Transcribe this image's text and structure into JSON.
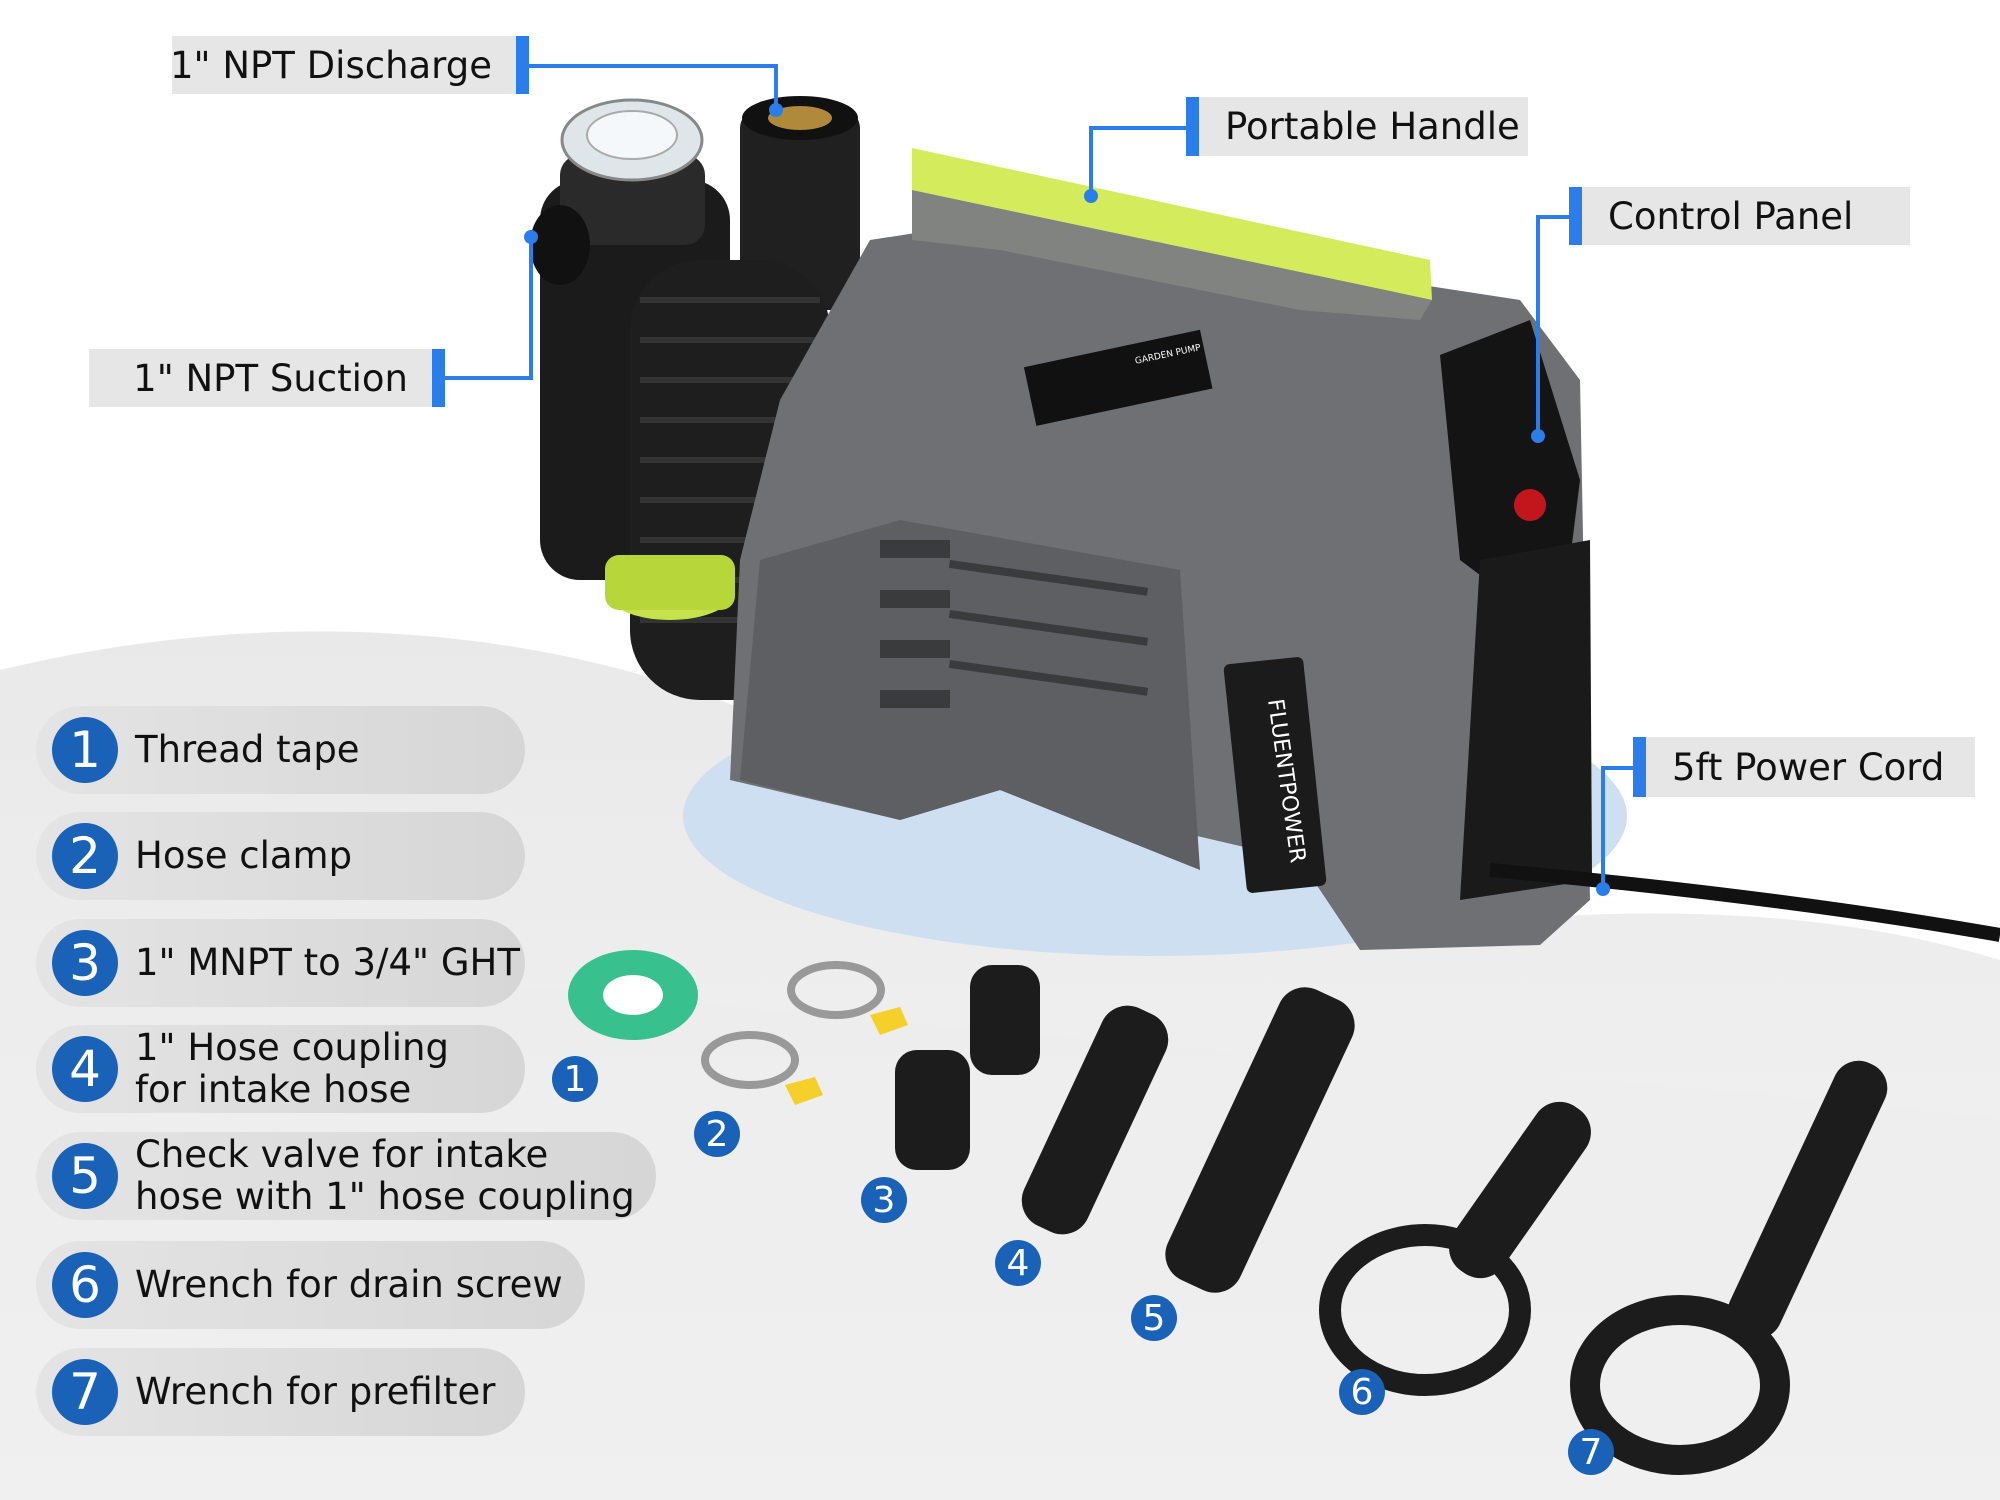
{
  "callouts": {
    "discharge": "1\" NPT Discharge",
    "handle": "Portable Handle",
    "control_panel": "Control Panel",
    "suction": "1\" NPT Suction",
    "power_cord": "5ft Power Cord"
  },
  "accessories": [
    {
      "num": "1",
      "label": "Thread tape"
    },
    {
      "num": "2",
      "label": "Hose clamp"
    },
    {
      "num": "3",
      "label": "1\" MNPT to 3/4\" GHT"
    },
    {
      "num": "4",
      "label": "1\" Hose coupling\nfor intake hose"
    },
    {
      "num": "5",
      "label": "Check valve for intake\nhose with 1\" hose coupling"
    },
    {
      "num": "6",
      "label": "Wrench for drain screw"
    },
    {
      "num": "7",
      "label": "Wrench for prefilter"
    }
  ],
  "brand": "FLUENTPOWER",
  "nameplate": "GARDEN PUMP",
  "colors": {
    "accent_blue": "#2b7de9",
    "badge_blue": "#1a62b8",
    "lime": "#d4ec5c",
    "body_grey": "#6e7073"
  }
}
